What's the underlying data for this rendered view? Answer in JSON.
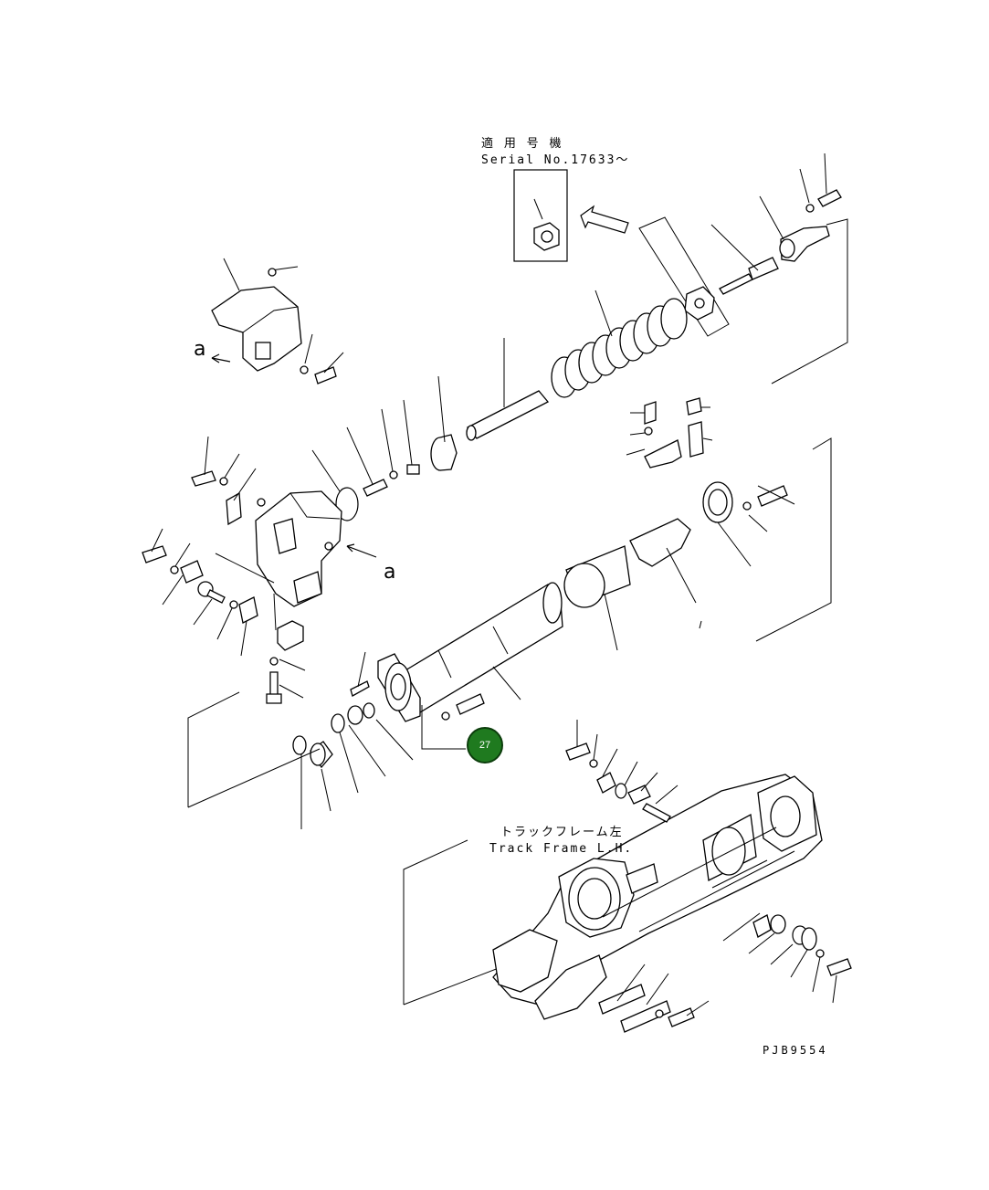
{
  "labels": {
    "serial_jp": "適 用 号 機",
    "serial_en": "Serial No.17633〜",
    "frame_jp": "トラックフレーム左",
    "frame_en": "Track Frame L.H.",
    "ref_a_top": "a",
    "ref_a_mid": "a",
    "drawing_code": "PJB9554"
  },
  "hotspot": {
    "number": "27",
    "color": "#1f7a1f"
  }
}
